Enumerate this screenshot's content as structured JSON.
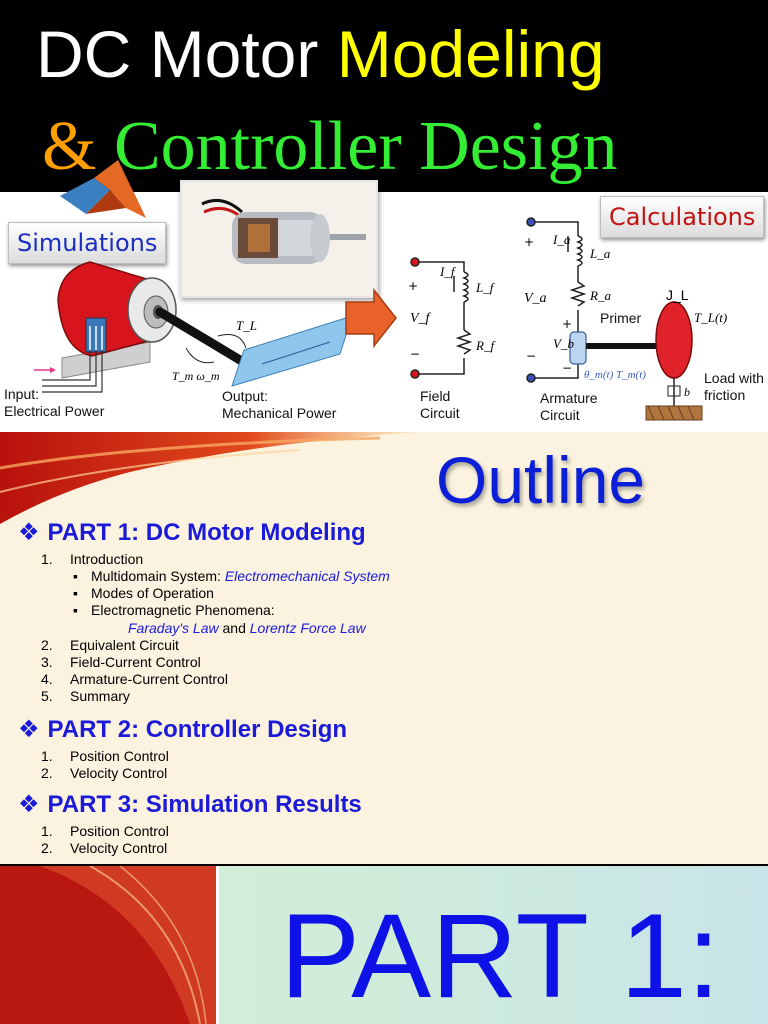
{
  "slide1": {
    "title_line1": {
      "part1": "DC Motor ",
      "part2": "Modeling"
    },
    "title_line2": {
      "amp": "&",
      "text": " Controller Design"
    },
    "tag_simulations": "Simulations",
    "tag_calculations": "Calculations",
    "labels": {
      "input": "Input:",
      "input2": "Electrical Power",
      "output": "Output:",
      "output2": "Mechanical Power",
      "field": "Field",
      "field2": "Circuit",
      "armature": "Armature",
      "armature2": "Circuit",
      "primer": "Primer",
      "load": "Load with",
      "load2": "friction"
    },
    "colors": {
      "band": "#000000",
      "motor_red": "#d8141c",
      "arrow_orange": "#e8622a",
      "load_red": "#e0232b"
    }
  },
  "slide2": {
    "title": "Outline",
    "parts": [
      {
        "heading": "PART 1: DC Motor Modeling",
        "items": [
          {
            "num": "1.",
            "text": "Introduction"
          },
          {
            "bullet": true,
            "text": "Multidomain System: ",
            "link": "Electromechanical System"
          },
          {
            "bullet": true,
            "text": "Modes of Operation"
          },
          {
            "bullet": true,
            "text": "Electromagnetic Phenomena:"
          },
          {
            "indent": true,
            "link": "Faraday's Law",
            "text": " and ",
            "link2": "Lorentz Force Law"
          },
          {
            "num": "2.",
            "text": "Equivalent Circuit"
          },
          {
            "num": "3.",
            "text": "Field-Current Control"
          },
          {
            "num": "4.",
            "text": "Armature-Current Control"
          },
          {
            "num": "5.",
            "text": "Summary"
          }
        ]
      },
      {
        "heading": "PART 2: Controller Design",
        "items": [
          {
            "num": "1.",
            "text": "Position Control"
          },
          {
            "num": "2.",
            "text": "Velocity Control"
          }
        ]
      },
      {
        "heading": "PART 3: Simulation Results",
        "items": [
          {
            "num": "1.",
            "text": "Position Control"
          },
          {
            "num": "2.",
            "text": "Velocity Control"
          }
        ]
      }
    ]
  },
  "slide3": {
    "title": "PART 1:"
  }
}
